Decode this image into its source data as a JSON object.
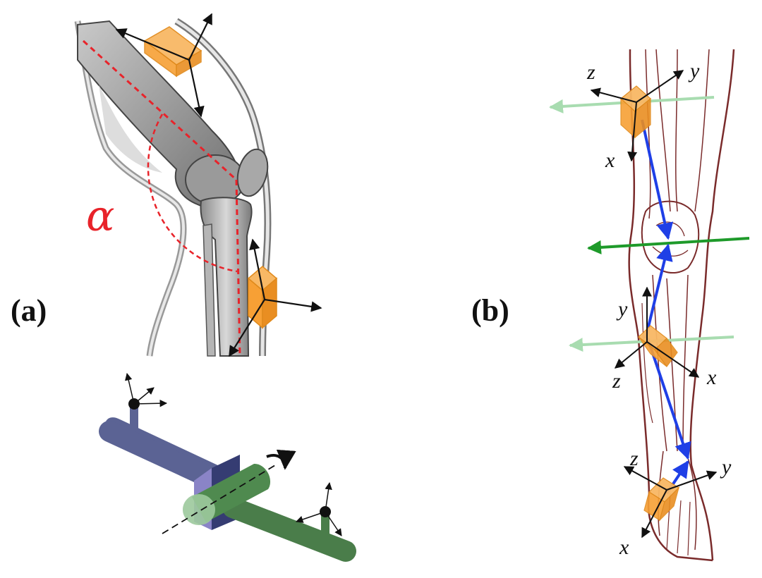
{
  "panel_a": {
    "label": "(a)",
    "angle_symbol": "α"
  },
  "panel_b": {
    "label": "(b)",
    "thigh_axes": {
      "z": "z",
      "y": "y",
      "x": "x"
    },
    "shank_axes": {
      "y": "y",
      "z": "z",
      "x": "x"
    },
    "foot_axes": {
      "z": "z",
      "y": "y",
      "x": "x"
    }
  },
  "colors": {
    "angle_red": "#e8232a",
    "sensor_orange": "#f7a035",
    "segment_blue": "#1f3fe6",
    "rotation_axis_green": "#1e9a2a",
    "faint_axis_green": "#a8dcb0",
    "leg_outline": "#7a2b2b",
    "link_purple": "#5b6394",
    "link_green": "#4a7d4a"
  }
}
